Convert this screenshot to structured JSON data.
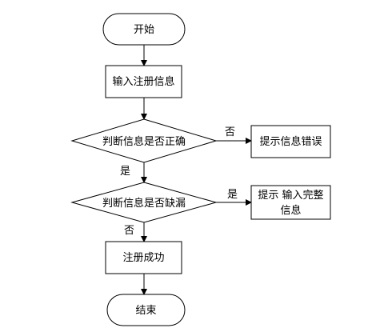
{
  "flowchart": {
    "start": "开始",
    "input": "输入注册信息",
    "check_correct": "判断信息是否正确",
    "error": "提示信息错误",
    "label_no_1": "否",
    "label_yes_1": "是",
    "check_missing": "判断信息是否缺漏",
    "complete_line1": "提示 输入完整",
    "complete_line2": "信息",
    "label_yes_2": "是",
    "label_no_2": "否",
    "success": "注册成功",
    "end": "结束"
  }
}
